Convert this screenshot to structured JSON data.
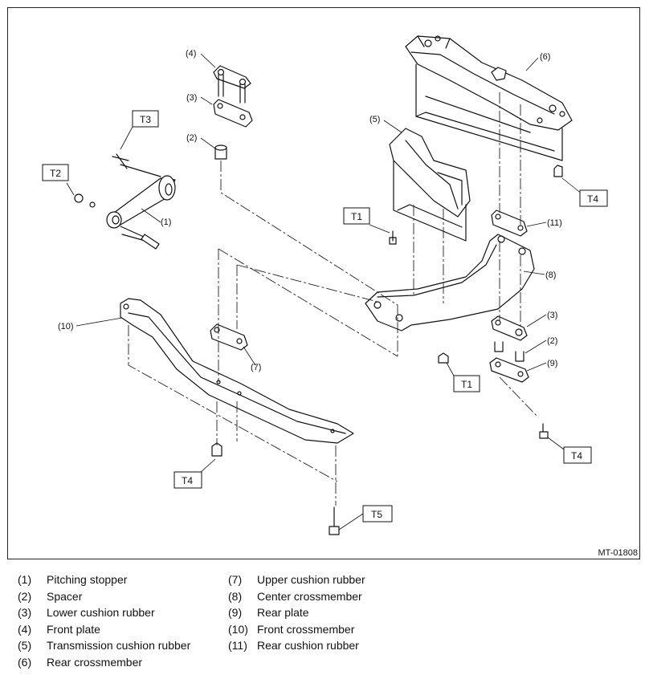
{
  "figure": {
    "id": "MT-01808",
    "callouts": {
      "c1": "(1)",
      "c2a": "(2)",
      "c2b": "(2)",
      "c3a": "(3)",
      "c3b": "(3)",
      "c4": "(4)",
      "c5": "(5)",
      "c6": "(6)",
      "c7": "(7)",
      "c8": "(8)",
      "c9": "(9)",
      "c10": "(10)",
      "c11": "(11)"
    },
    "torque_tags": {
      "t1a": "T1",
      "t1b": "T1",
      "t2": "T2",
      "t3": "T3",
      "t4a": "T4",
      "t4b": "T4",
      "t4c": "T4",
      "t5": "T5"
    }
  },
  "legend": {
    "items": [
      {
        "num": "(1)",
        "label": "Pitching stopper"
      },
      {
        "num": "(2)",
        "label": "Spacer"
      },
      {
        "num": "(3)",
        "label": "Lower cushion rubber"
      },
      {
        "num": "(4)",
        "label": "Front plate"
      },
      {
        "num": "(5)",
        "label": "Transmission cushion rubber"
      },
      {
        "num": "(6)",
        "label": "Rear crossmember"
      },
      {
        "num": "(7)",
        "label": "Upper cushion rubber"
      },
      {
        "num": "(8)",
        "label": "Center crossmember"
      },
      {
        "num": "(9)",
        "label": "Rear plate"
      },
      {
        "num": "(10)",
        "label": "Front crossmember"
      },
      {
        "num": "(11)",
        "label": "Rear cushion rubber"
      }
    ]
  }
}
